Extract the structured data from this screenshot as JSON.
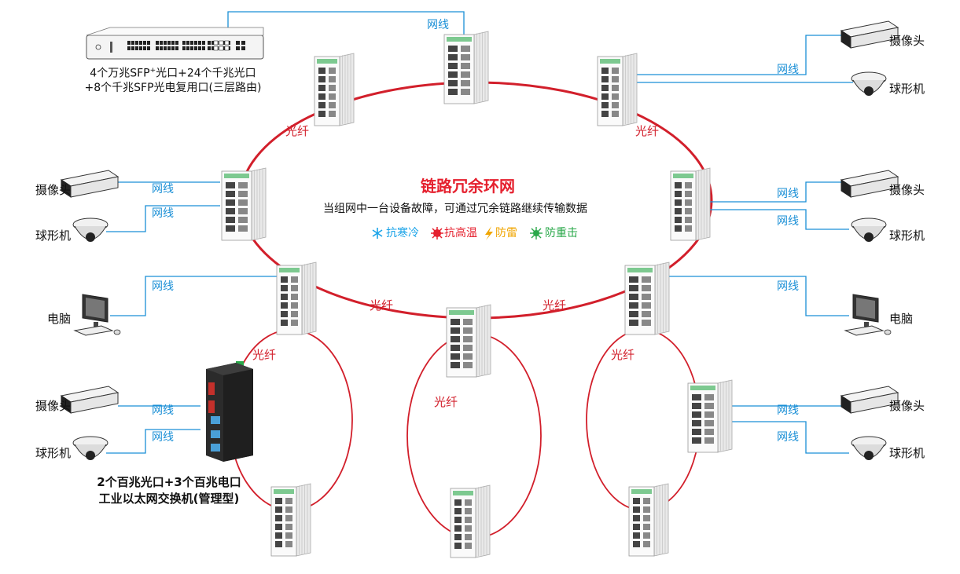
{
  "colors": {
    "fiber_ring": "#d21f2b",
    "cable": "#1a8fd6",
    "title": "#e5202e",
    "cold": "#1aa3e8",
    "heat": "#e5202e",
    "lightning": "#f0a500",
    "surge": "#2aa84a"
  },
  "center": {
    "title": "链路冗余环网",
    "description": "当组网中一台设备故障，可通过冗余链路继续传输数据",
    "features": [
      {
        "icon": "snowflake-icon",
        "label": "抗寒冷"
      },
      {
        "icon": "heat-burst-icon",
        "label": "抗高温"
      },
      {
        "icon": "lightning-icon",
        "label": "防雷"
      },
      {
        "icon": "surge-burst-icon",
        "label": "防重击"
      }
    ]
  },
  "core_switch": {
    "caption_line1_a": "4个万兆SFP",
    "caption_line1_sup": "+",
    "caption_line1_b": "光口+24个千兆光口",
    "caption_line2": "+8个千兆SFP光电复用口(三层路由)"
  },
  "managed_switch": {
    "caption_line1": "2个百兆光口+3个百兆电口",
    "caption_line2": "工业以太网交换机(管理型)"
  },
  "labels": {
    "cable": "网线",
    "fiber": "光纤",
    "camera": "摄像头",
    "dome": "球形机",
    "pc": "电脑"
  }
}
